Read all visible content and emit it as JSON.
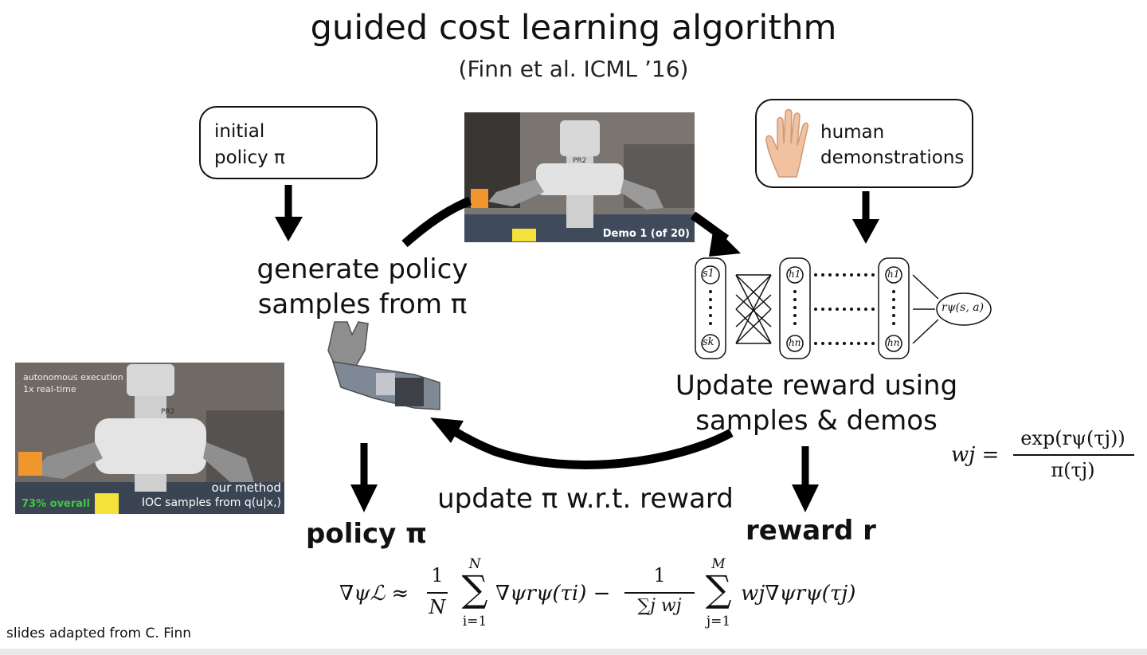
{
  "title": "guided cost learning algorithm",
  "subtitle": "(Finn et al. ICML ’16)",
  "initial_policy": {
    "line1": "initial",
    "line2": "policy π"
  },
  "human_demos": {
    "line1": "human",
    "line2": "demonstrations"
  },
  "generate_label": {
    "line1": "generate policy",
    "line2": "samples from π"
  },
  "update_reward_label": {
    "line1": "Update reward using",
    "line2": "samples & demos"
  },
  "update_policy_label": "update π w.r.t. reward",
  "policy_output": "policy π",
  "reward_output": "reward r",
  "top_video": {
    "caption": "Demo 1 (of 20)",
    "robot_tag": "PR2"
  },
  "left_video": {
    "line1": "autonomous execution",
    "line2": "1x real-time",
    "method": "our method",
    "samples": "IOC samples from q(u|x,)",
    "overall": "73% overall",
    "robot_tag": "PR2"
  },
  "network": {
    "input_top": "s1",
    "input_bottom": "sk",
    "hidden_top": "h1",
    "hidden_bottom": "hn",
    "output": "rψ(s, a)"
  },
  "weight_formula": {
    "lhs": "wj =",
    "numerator": "exp(rψ(τj))",
    "denominator": "π(τj)"
  },
  "gradient_formula": {
    "lhs": "∇ψℒ ≈",
    "frac1_num": "1",
    "frac1_den": "N",
    "sum1_top": "N",
    "sum1_bottom": "i=1",
    "term1": "∇ψrψ(τi) −",
    "frac2_num": "1",
    "frac2_den": "∑j wj",
    "sum2_top": "M",
    "sum2_bottom": "j=1",
    "term2": "wj∇ψrψ(τj)"
  },
  "footnote": "slides adapted from C. Finn"
}
